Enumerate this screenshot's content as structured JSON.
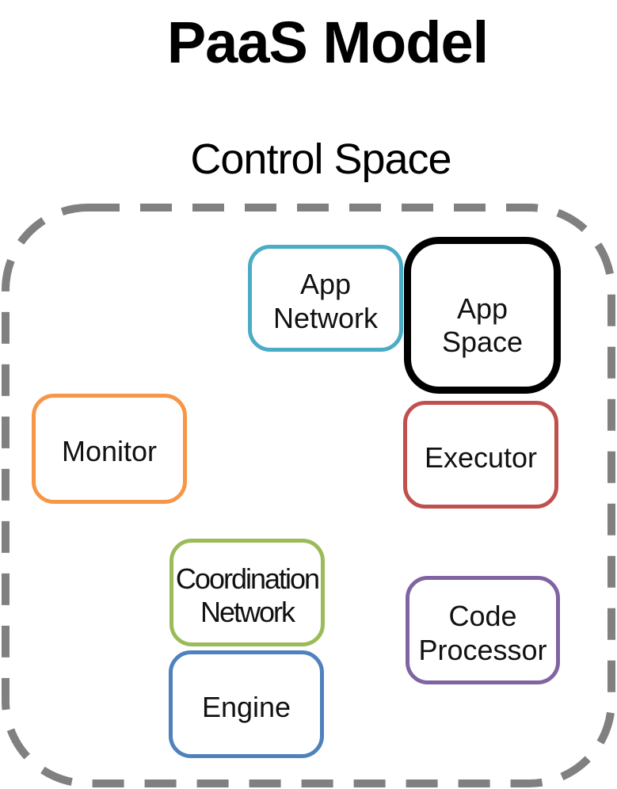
{
  "title": "PaaS Model",
  "diagram": {
    "container": {
      "label": "Control Space",
      "border_color": "#808080"
    },
    "boxes": [
      {
        "name": "app-network",
        "label": "App\nNetwork",
        "border_color": "#4BACC6"
      },
      {
        "name": "app-space",
        "label": "App\nSpace",
        "border_color": "#000000"
      },
      {
        "name": "monitor",
        "label": "Monitor",
        "border_color": "#F79646"
      },
      {
        "name": "executor",
        "label": "Executor",
        "border_color": "#C0504D"
      },
      {
        "name": "coordination-network",
        "label": "Coordination\nNetwork",
        "border_color": "#9BBB59"
      },
      {
        "name": "engine",
        "label": "Engine",
        "border_color": "#4F81BD"
      },
      {
        "name": "code-processor",
        "label": "Code\nProcessor",
        "border_color": "#8064A2"
      }
    ]
  }
}
